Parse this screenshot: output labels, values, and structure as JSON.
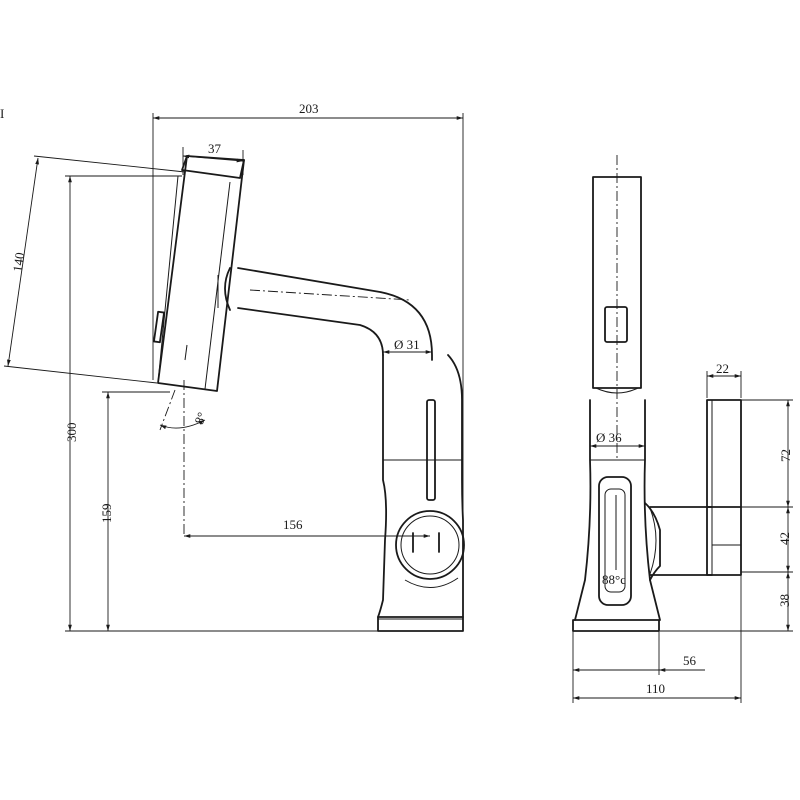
{
  "dimensions": {
    "total_reach": "203",
    "head_width": "37",
    "head_length": "140",
    "total_height": "300",
    "outlet_height": "159",
    "spout_reach": "156",
    "spout_diameter": "Ø 31",
    "rotation_angle": "8°",
    "body_diameter": "Ø 36",
    "lever_width": "22",
    "lever_upper": "72",
    "lever_mid": "42",
    "base_height": "38",
    "base_depth": "56",
    "base_width": "110"
  },
  "display_text": "88°c",
  "edge_mark": "I"
}
